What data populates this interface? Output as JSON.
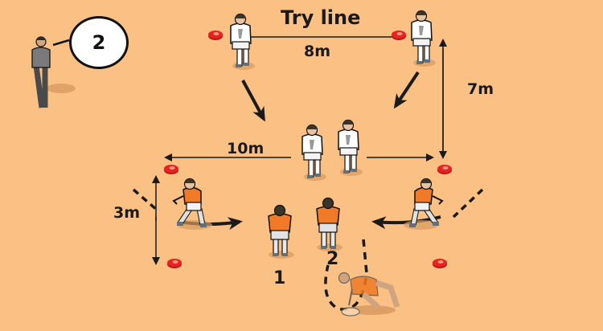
{
  "diagram": {
    "title": "Try line",
    "background_color": "#fbc184",
    "labels": {
      "try_line": "Try line",
      "width_top": "8m",
      "depth_right": "7m",
      "width_middle": "10m",
      "depth_left": "3m",
      "attacker_1": "1",
      "attacker_2": "2"
    },
    "coach": {
      "speech_bubble": "2",
      "shirt_color": "#6d6d6d"
    },
    "colors": {
      "attacking_team": "#ffffff",
      "defending_team": "#f07a26",
      "cone": "#e8231f",
      "arrow": "#1a1a1a"
    },
    "players": {
      "white_top_left": "white player running",
      "white_top_right": "white player running",
      "white_center_left": "white player",
      "white_center_right": "white player",
      "orange_left": "orange defender",
      "orange_right": "orange defender",
      "orange_1": "orange player 1",
      "orange_2": "orange player 2",
      "orange_ground": "orange player picking up ball"
    }
  }
}
